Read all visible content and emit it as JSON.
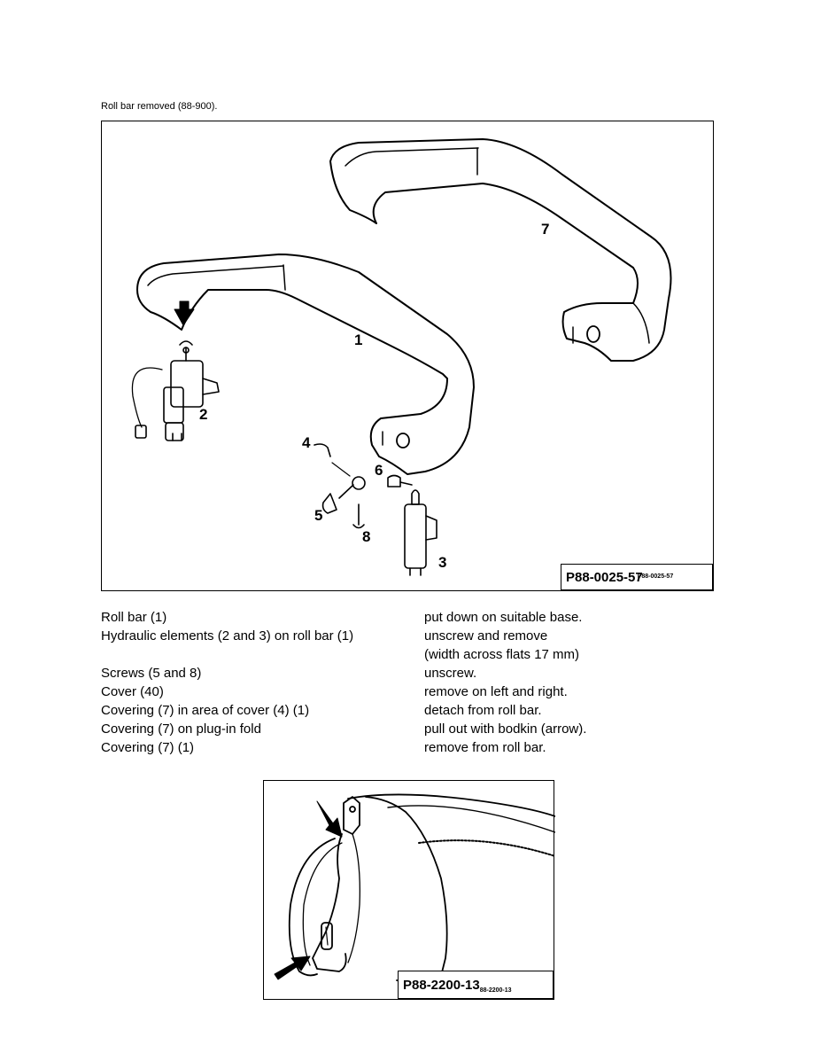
{
  "caption": "Roll bar removed (88-900).",
  "figure1": {
    "label": "P88-0025-57",
    "label_small": "P88-0025-57",
    "callouts": [
      "1",
      "2",
      "3",
      "4",
      "5",
      "6",
      "7",
      "8"
    ]
  },
  "steps": [
    {
      "part": "Roll bar (1)",
      "action": "put down on suitable base."
    },
    {
      "part": "Hydraulic elements (2 and 3) on roll bar (1)",
      "action": "unscrew and remove"
    },
    {
      "part": "",
      "action": "(width across flats 17 mm)"
    },
    {
      "part": "Screws (5 and 8)",
      "action": "unscrew."
    },
    {
      "part": "Cover (40)",
      "action": "remove on left and right."
    },
    {
      "part": "Covering (7) in area of cover (4) (1)",
      "action": "detach from roll bar."
    },
    {
      "part": "Covering (7) on plug-in fold",
      "action": "pull out with bodkin (arrow)."
    },
    {
      "part": "Covering (7) (1)",
      "action": "remove from roll bar."
    }
  ],
  "figure2": {
    "label": "P88-2200-13",
    "label_small": "88-2200-13"
  }
}
